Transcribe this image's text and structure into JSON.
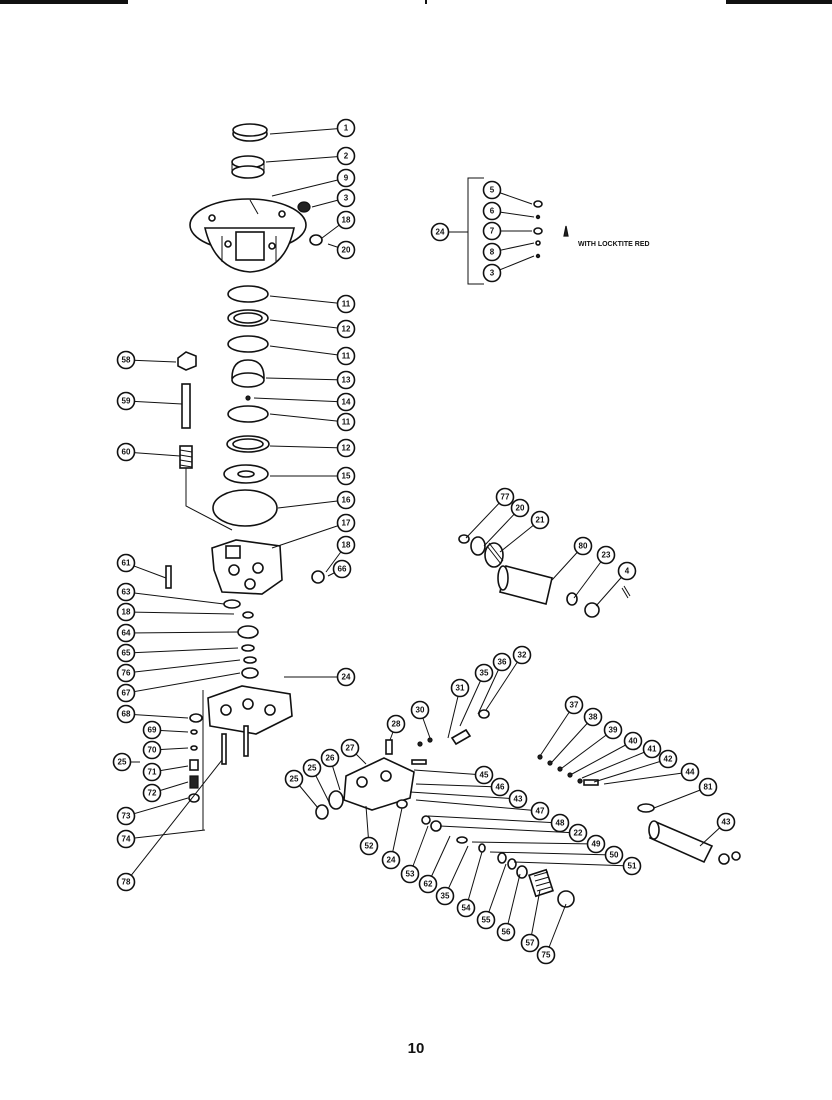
{
  "page_number": "10",
  "note": "WITH LOCKTITE RED",
  "callouts": [
    "1",
    "2",
    "9",
    "3",
    "18",
    "20",
    "11",
    "12",
    "11",
    "13",
    "14",
    "11",
    "12",
    "15",
    "16",
    "17",
    "18",
    "66",
    "58",
    "59",
    "60",
    "61",
    "63",
    "18",
    "64",
    "65",
    "76",
    "67",
    "24",
    "68",
    "69",
    "70",
    "71",
    "72",
    "25",
    "73",
    "74",
    "78",
    "77",
    "20",
    "21",
    "80",
    "23",
    "4",
    "5",
    "6",
    "7",
    "8",
    "3",
    "24",
    "35",
    "36",
    "32",
    "31",
    "30",
    "28",
    "27",
    "26",
    "25",
    "25",
    "37",
    "38",
    "39",
    "40",
    "41",
    "42",
    "44",
    "45",
    "46",
    "43",
    "47",
    "48",
    "22",
    "49",
    "50",
    "51",
    "52",
    "24",
    "53",
    "62",
    "35",
    "54",
    "55",
    "56",
    "57",
    "75",
    "81",
    "43"
  ]
}
